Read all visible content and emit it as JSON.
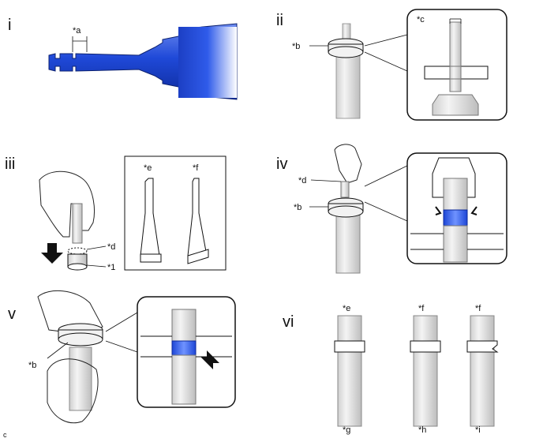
{
  "steps": {
    "i": "i",
    "ii": "ii",
    "iii": "iii",
    "iv": "iv",
    "v": "v",
    "vi": "vi"
  },
  "labels": {
    "a": "*a",
    "b": "*b",
    "c": "*c",
    "d": "*d",
    "e": "*e",
    "f": "*f",
    "g": "*g",
    "h": "*h",
    "i": "*i",
    "one": "*1"
  },
  "figure_code": "c",
  "colors": {
    "accent_blue": "#2255dd",
    "outline": "#111111",
    "shaft_fill": "#e4e4e4"
  }
}
